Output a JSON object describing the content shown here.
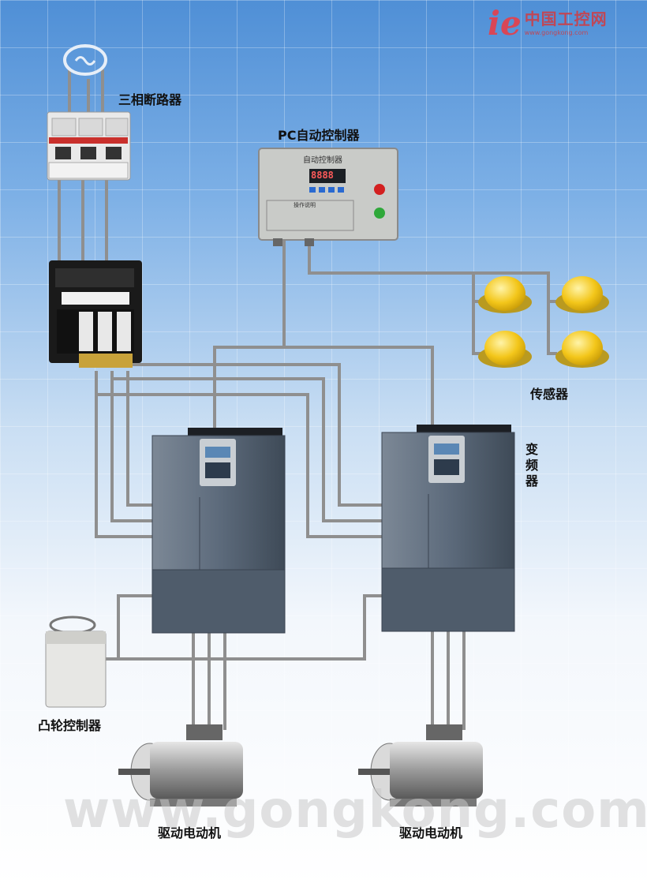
{
  "logo": {
    "mark": "ie",
    "chinese": "中国工控网",
    "url": "www.gongkong.com"
  },
  "labels": {
    "breaker": "三相断路器",
    "controller": "PC自动控制器",
    "sensors": "传感器",
    "inverter": "变频器",
    "cam": "凸轮控制器",
    "motor_left": "驱动电动机",
    "motor_right": "驱动电动机"
  },
  "controller_panel": {
    "title": "自动控制器",
    "display": "8888",
    "note_title": "操作说明"
  },
  "watermark": "www.gongkong.com",
  "colors": {
    "wire": "#8f8f8f",
    "inverter_body": "#5d6b7c",
    "sensor": "#f1c21b",
    "logo": "#c8485a"
  }
}
